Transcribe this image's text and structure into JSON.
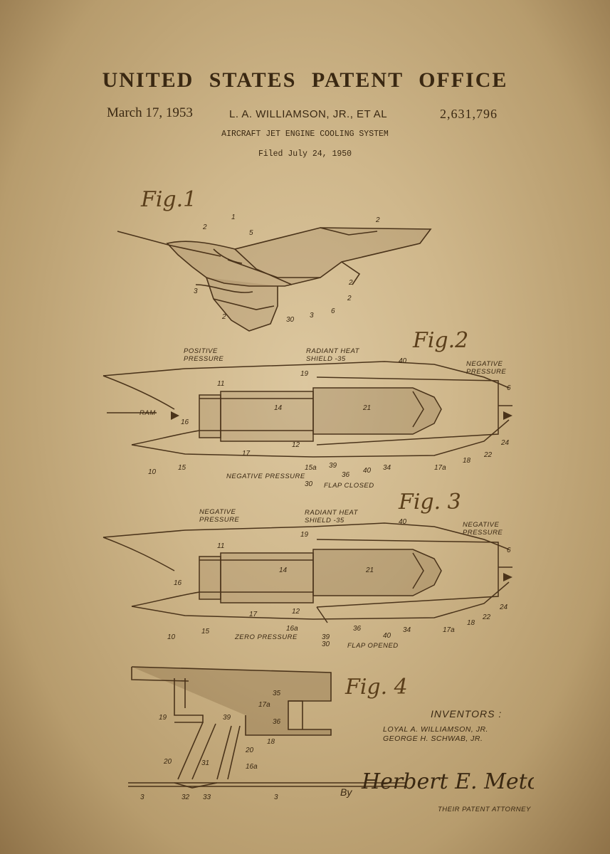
{
  "header": {
    "office": "UNITED STATES PATENT OFFICE",
    "date": "March 17, 1953",
    "inventors_line": "L. A. WILLIAMSON, JR., ET AL",
    "patent_number": "2,631,796",
    "subject": "AIRCRAFT JET ENGINE COOLING SYSTEM",
    "filed": "Filed July 24, 1950"
  },
  "figures": {
    "fig1": "Fig.1",
    "fig2": "Fig.2",
    "fig3": "Fig. 3",
    "fig4": "Fig. 4"
  },
  "fig1_labels": [
    "1",
    "2",
    "5",
    "2",
    "3",
    "2",
    "30",
    "3",
    "6",
    "2",
    "2"
  ],
  "fig2_labels": {
    "positive_pressure_1": "POSITIVE",
    "positive_pressure_2": "PRESSURE",
    "radiant_heat_1": "RADIANT HEAT",
    "radiant_heat_2": "SHIELD -35",
    "negative_pressure_1": "NEGATIVE",
    "negative_pressure_2": "PRESSURE",
    "ram": "RAM",
    "negative_pressure_bottom": "NEGATIVE PRESSURE",
    "flap_closed": "FLAP CLOSED"
  },
  "fig2_numbers": [
    "40",
    "6",
    "19",
    "11",
    "14",
    "21",
    "16",
    "12",
    "22",
    "24",
    "17",
    "10",
    "15",
    "15a",
    "39",
    "36",
    "40",
    "34",
    "17a",
    "18",
    "30"
  ],
  "fig3_labels": {
    "negative_pressure_left_1": "NEGATIVE",
    "negative_pressure_left_2": "PRESSURE",
    "radiant_heat_1": "RADIANT HEAT",
    "radiant_heat_2": "SHIELD -35",
    "negative_pressure_right_1": "NEGATIVE",
    "negative_pressure_right_2": "PRESSURE",
    "zero_pressure": "ZERO PRESSURE",
    "flap_opened": "FLAP OPENED"
  },
  "fig3_numbers": [
    "40",
    "6",
    "19",
    "11",
    "14",
    "21",
    "16",
    "12",
    "22",
    "24",
    "17",
    "10",
    "15",
    "16a",
    "39",
    "36",
    "40",
    "34",
    "17a",
    "18",
    "30"
  ],
  "fig4_numbers": [
    "35",
    "17a",
    "36",
    "19",
    "39",
    "18",
    "20",
    "20",
    "31",
    "16a",
    "3",
    "32",
    "33",
    "3"
  ],
  "inventors": {
    "heading": "INVENTORS :",
    "name1": "LOYAL A. WILLIAMSON, JR.",
    "name2": "GEORGE H. SCHWAB, JR.",
    "by": "By",
    "signature": "Herbert E. Metcalf",
    "attorney": "THEIR PATENT ATTORNEY"
  },
  "colors": {
    "ink": "#3a2812",
    "paper": "#cfb78b"
  }
}
